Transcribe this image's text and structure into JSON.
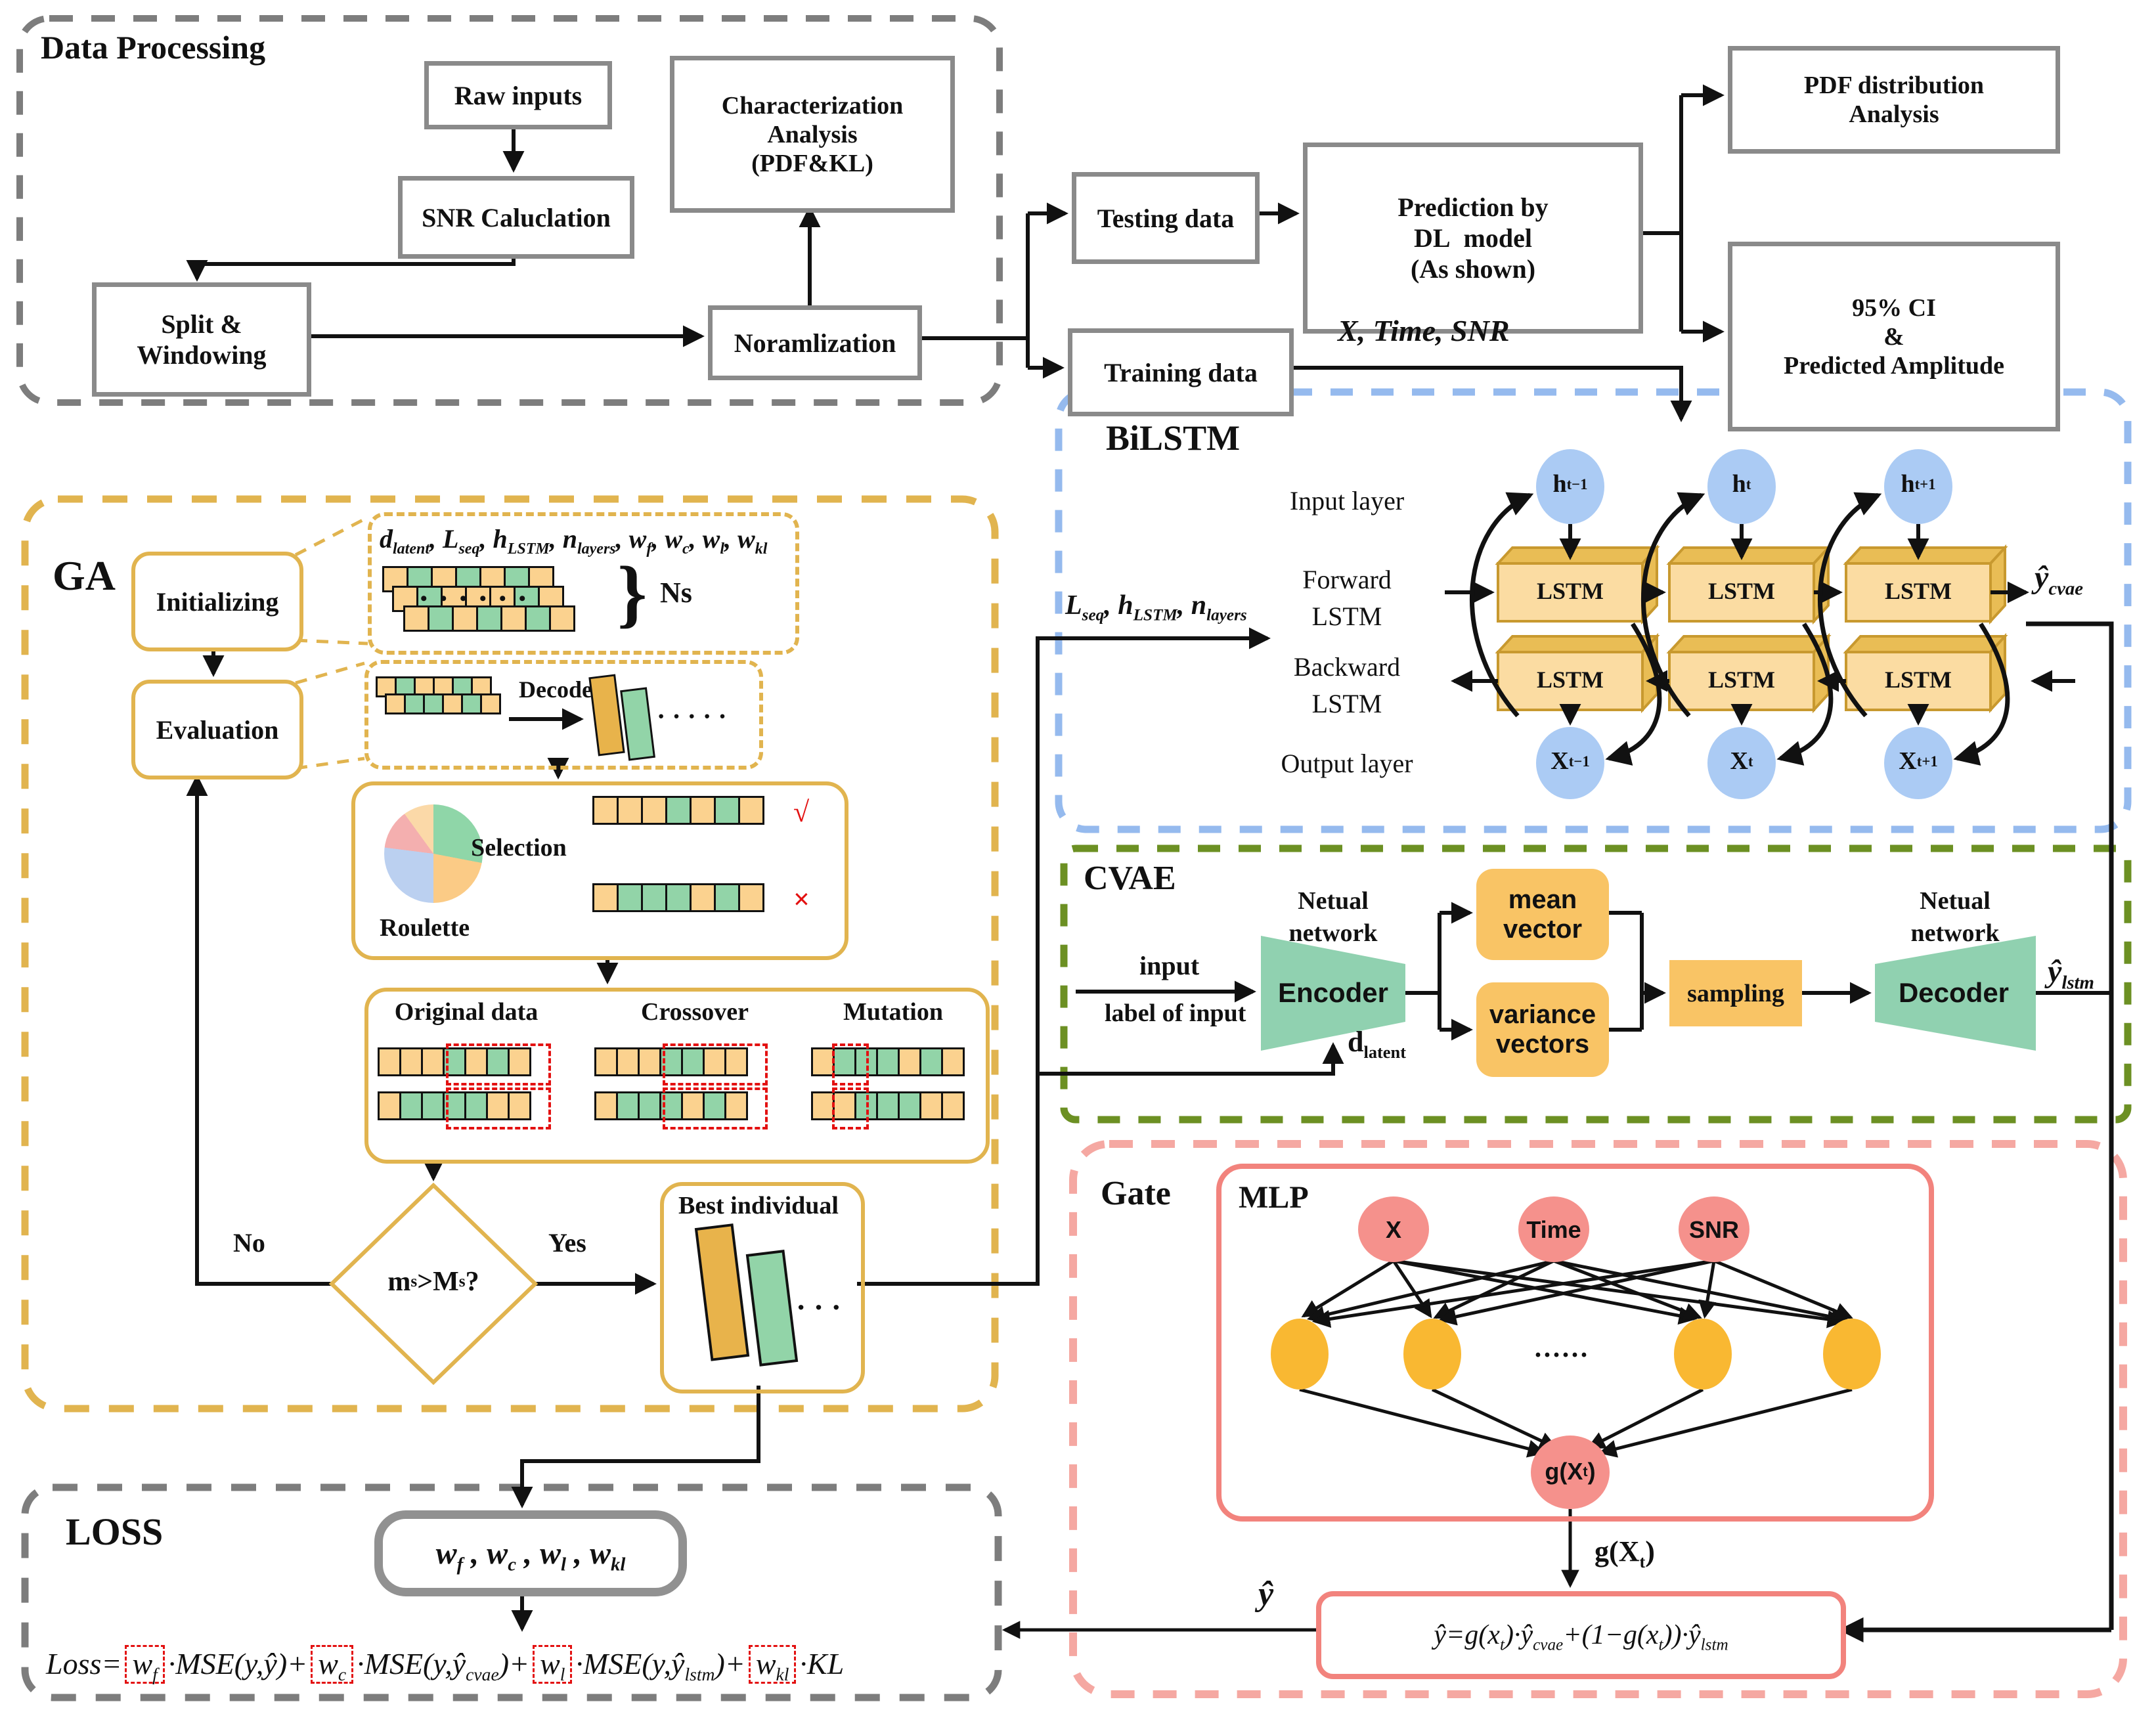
{
  "data_processing": {
    "title": "Data Processing",
    "raw_inputs": "Raw inputs",
    "char_analysis_html": "Characterization<br>Analysis<br>(PDF&amp;KL)",
    "snr_calc": "SNR Caluclation",
    "split_html": "Split &amp;<br>Windowing",
    "normalization": "Noramlization",
    "testing": "Testing data",
    "training": "Training data",
    "prediction_html": "Prediction by<br>DL&nbsp; model<br>(As shown)",
    "pdf_html": "PDF distribution<br>Analysis",
    "ci_html": "95% CI<br>&amp;<br>Predicted Amplitude",
    "x_time_snr": "X, Time, SNR"
  },
  "ga": {
    "title": "GA",
    "initializing": "Initializing",
    "evaluation": "Evaluation",
    "params_html": "d<sub>latent</sub>, L<sub>seq</sub>, h<sub>LSTM</sub>, n<sub>layers</sub>, w<sub>f</sub>, w<sub>c</sub>, w<sub>l</sub>, w<sub>kl</sub>",
    "ns": "Ns",
    "brace": "}",
    "decode": "Decode",
    "selection": "Selection",
    "roulette": "Roulette",
    "check": "√",
    "cross_mark": "×",
    "original_data": "Original data",
    "crossover": "Crossover",
    "mutation": "Mutation",
    "no": "No",
    "yes": "Yes",
    "condition_html": "m<sub>s</sub>&gt;M<sub>s</sub>?",
    "best_individual": "Best individual",
    "panel_dots": "· · ·",
    "decode_dots": "· · · · ·",
    "strip_dots": "•  •  •  •  •  •"
  },
  "bilstm": {
    "title": "BiLSTM",
    "input_layer": "Input layer",
    "forward_html": "Forward<br>LSTM",
    "backward_html": "Backward<br>LSTM",
    "output_layer": "Output layer",
    "lstm": "LSTM",
    "input_label_html": "L<sub>seq</sub>, h<sub>LSTM</sub>, n<sub>layers</sub>",
    "h_nodes_html": [
      "h<sub>t−1</sub>",
      "h<sub>t</sub>",
      "h<sub>t+1</sub>"
    ],
    "x_nodes_html": [
      "X<sub>t−1</sub>",
      "X<sub>t</sub>",
      "X<sub>t+1</sub>"
    ],
    "output_html": "ŷ<sub>cvae</sub>"
  },
  "cvae": {
    "title": "CVAE",
    "nn_left_html": "Netual<br>network",
    "nn_right_html": "Netual<br>network",
    "input": "input",
    "label_of_input": "label of input",
    "encoder": "Encoder",
    "decoder": "Decoder",
    "mean_html": "mean<br>vector",
    "variance_html": "variance<br>vectors",
    "sampling": "sampling",
    "d_latent_html": "d<sub>latent</sub>",
    "output_html": "ŷ<sub>lstm</sub>"
  },
  "gate": {
    "title": "Gate",
    "mlp": "MLP",
    "inputs": [
      "X",
      "Time",
      "SNR"
    ],
    "hidden_dots": "······",
    "g_node_html": "g(X<sub>t</sub>)",
    "g_arrow_html": "g(X<sub>t</sub>)",
    "yhat": "ŷ",
    "formula_html": "ŷ=g(x<sub>t</sub>)·ŷ<sub>cvae</sub>+(1−g(x<sub>t</sub>))·ŷ<sub>lstm</sub>"
  },
  "loss": {
    "title": "LOSS",
    "weights_html": "w<sub>f</sub> , w<sub>c</sub> , w<sub>l</sub> , w<sub>kl</sub>",
    "formula_html": "Loss=<span class=\"rb\">w<sub>f</sub></span>·MSE(y,ŷ)+<span class=\"rb\">w<sub>c</sub></span>·MSE(y,ŷ<sub>cvae</sub>)+<span class=\"rb\">w<sub>l</sub></span>·MSE(y,ŷ<sub>lstm</sub>)+<span class=\"rb\">w<sub>kl</sub></span>·KL"
  },
  "colors": {
    "gold": "#E1B44F",
    "gray_border": "#8a8a8a",
    "blue_dash": "#95BAEE",
    "green_dash": "#6C9023",
    "pink_dash": "#F5A8A2",
    "node_blue": "#ABCBF4",
    "node_pink": "#F5918C",
    "node_orange": "#F9B832",
    "cell_orange": "#FBD28F",
    "cell_green": "#92D4A8",
    "trapezoid_green": "#90D1B0",
    "box_orange": "#F9C465",
    "red_mark": "#E31111"
  },
  "strips": {
    "init1": [
      "o",
      "g",
      "o",
      "g",
      "o",
      "g",
      "o"
    ],
    "init2": [
      "o",
      "g",
      "o",
      "o",
      "o",
      "g",
      "o"
    ],
    "init3": [
      "o",
      "g",
      "o",
      "g",
      "o",
      "g",
      "o"
    ],
    "dec1": [
      "o",
      "g",
      "o",
      "o",
      "g",
      "o"
    ],
    "dec2": [
      "o",
      "g",
      "g",
      "o",
      "g",
      "o"
    ],
    "sel_ok": [
      "o",
      "o",
      "o",
      "g",
      "o",
      "g",
      "o"
    ],
    "sel_no": [
      "o",
      "g",
      "g",
      "g",
      "o",
      "g",
      "o"
    ],
    "co_o1": [
      "o",
      "o",
      "o",
      "g",
      "o",
      "g",
      "o"
    ],
    "co_o2": [
      "o",
      "g",
      "g",
      "g",
      "g",
      "o",
      "o"
    ],
    "co_c1": [
      "o",
      "o",
      "o",
      "g",
      "g",
      "o",
      "o"
    ],
    "co_c2": [
      "o",
      "g",
      "g",
      "g",
      "o",
      "g",
      "o"
    ],
    "co_m1": [
      "o",
      "g",
      "g",
      "g",
      "o",
      "g",
      "o"
    ],
    "co_m2": [
      "o",
      "o",
      "g",
      "g",
      "g",
      "o",
      "o"
    ]
  },
  "pie": {
    "slices": [
      {
        "color": "#8FD6A8",
        "pct": 28
      },
      {
        "color": "#FBCB86",
        "pct": 22
      },
      {
        "color": "#BBD0F0",
        "pct": 27
      },
      {
        "color": "#F4AFAF",
        "pct": 13
      },
      {
        "color": "#FBD9A8",
        "pct": 10
      }
    ]
  }
}
